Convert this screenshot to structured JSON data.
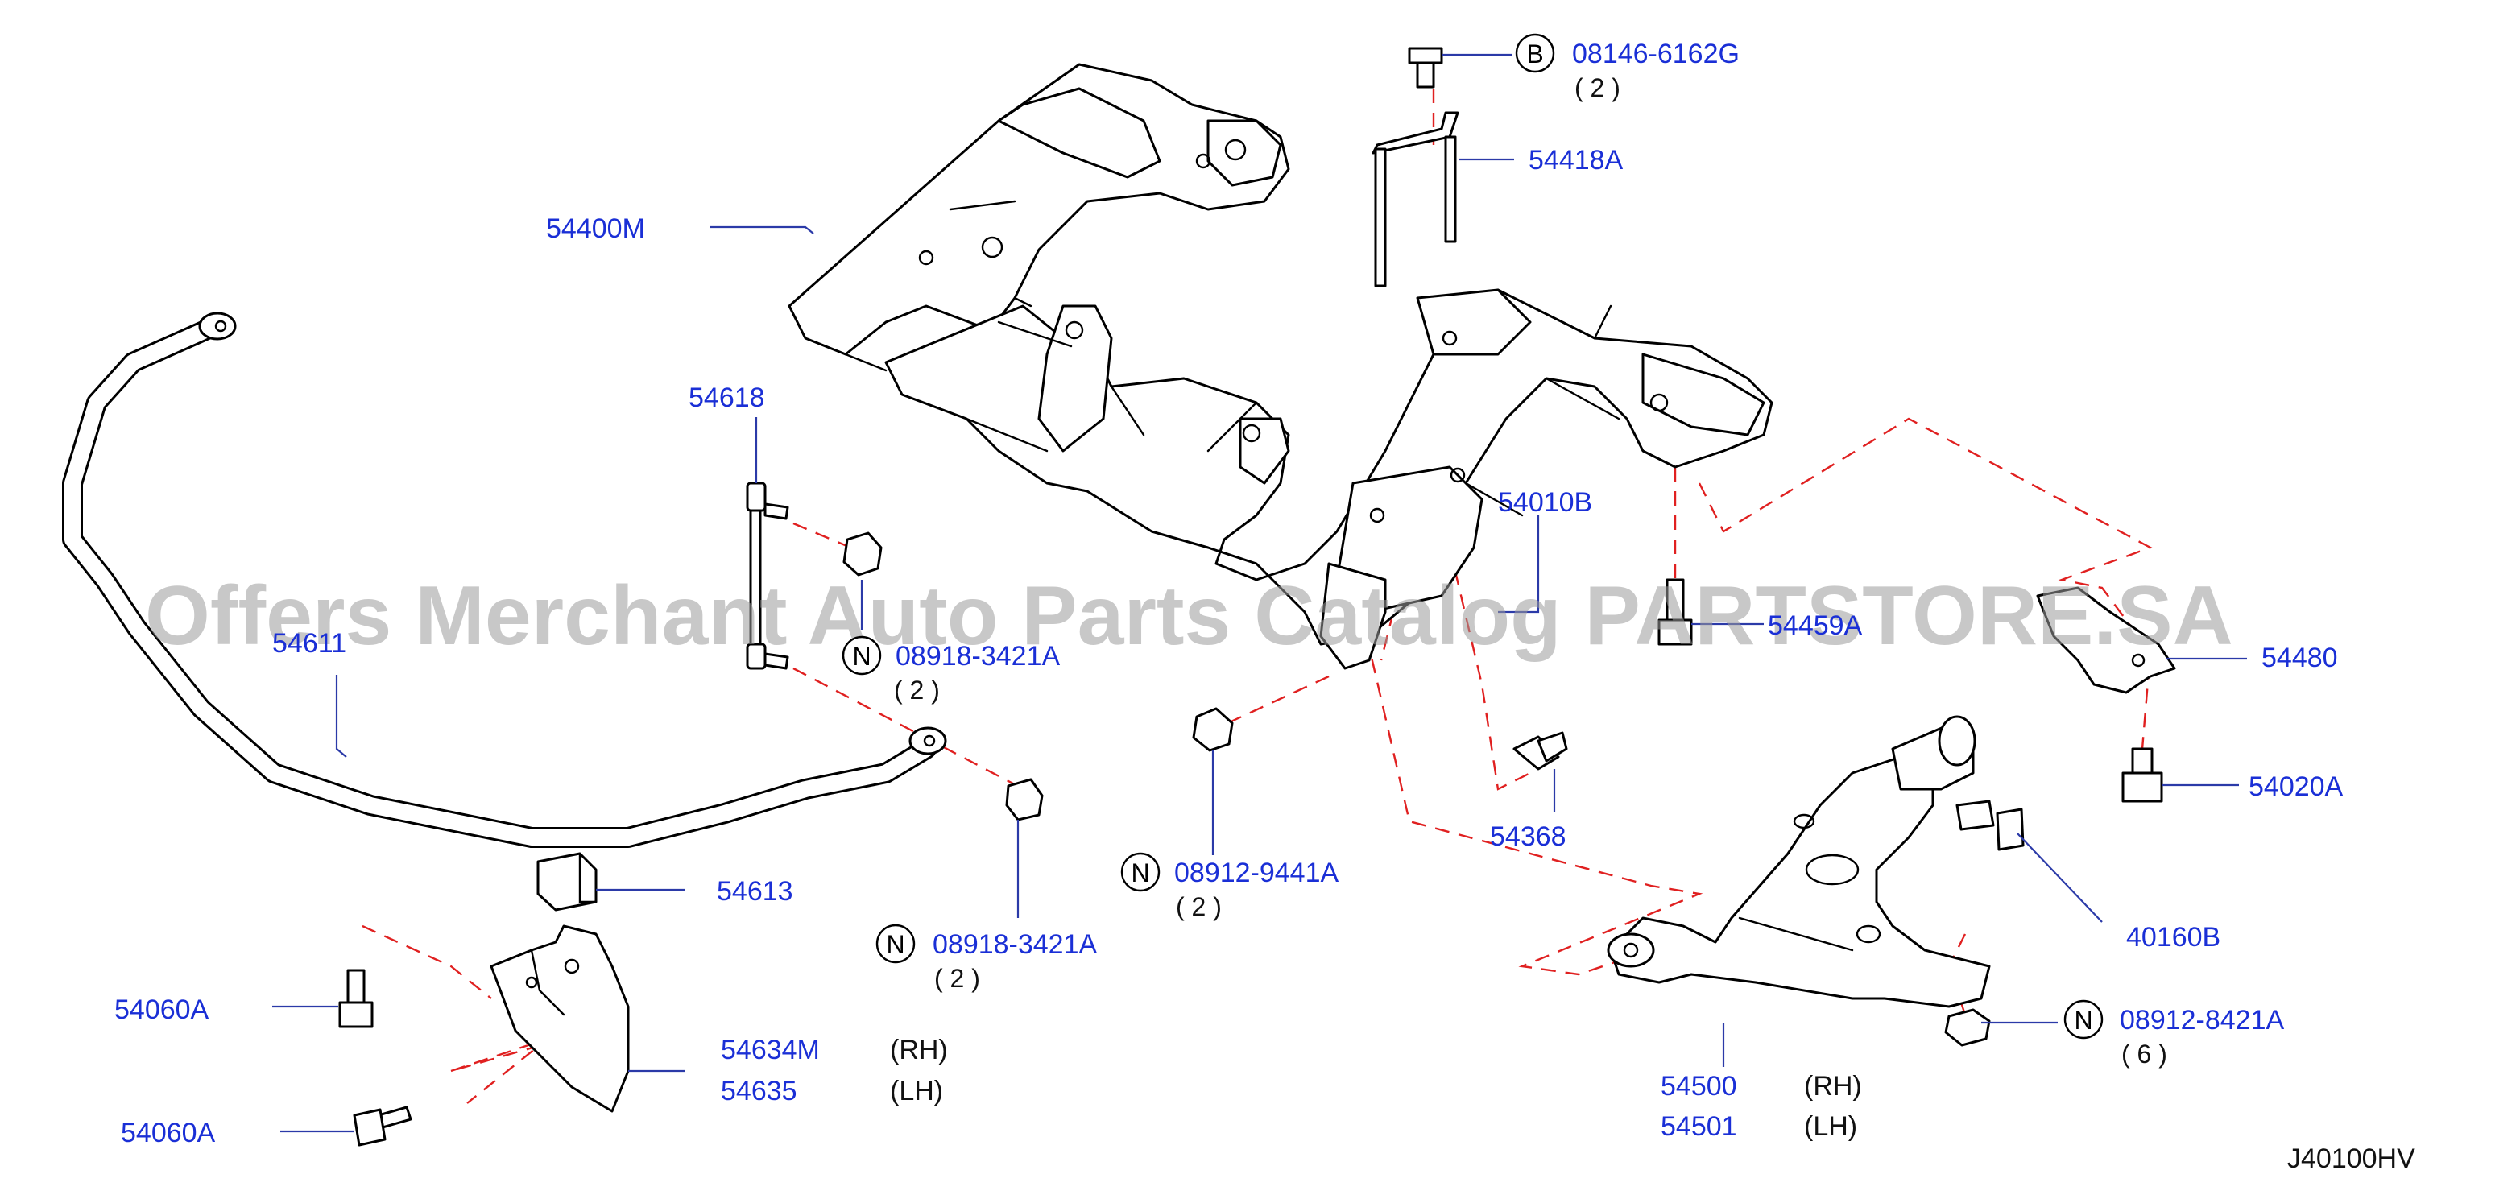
{
  "diagram_code": "J40100HV",
  "watermark": "Offers Merchant Auto Parts Catalog PARTSTORE.SA",
  "side_labels": {
    "rh": "(RH)",
    "lh": "(LH)"
  },
  "circle_labels": {
    "b": "B",
    "n": "N"
  },
  "parts": {
    "p08146": {
      "number": "08146-6162G",
      "qty": "( 2 )"
    },
    "p54418A": {
      "number": "54418A"
    },
    "p54400M": {
      "number": "54400M"
    },
    "p54618": {
      "number": "54618"
    },
    "p54611": {
      "number": "54611"
    },
    "p08918a": {
      "number": "08918-3421A",
      "qty": "( 2 )"
    },
    "p54010B": {
      "number": "54010B"
    },
    "p54459A": {
      "number": "54459A"
    },
    "p54480": {
      "number": "54480"
    },
    "p54020A": {
      "number": "54020A"
    },
    "p54368": {
      "number": "54368"
    },
    "p08912_9441": {
      "number": "08912-9441A",
      "qty": "( 2 )"
    },
    "p54613": {
      "number": "54613"
    },
    "p08918b": {
      "number": "08918-3421A",
      "qty": "( 2 )"
    },
    "p40160B": {
      "number": "40160B"
    },
    "p08912_8421": {
      "number": "08912-8421A",
      "qty": "( 6 )"
    },
    "p54060A_top": {
      "number": "54060A"
    },
    "p54634M": {
      "number": "54634M"
    },
    "p54635": {
      "number": "54635"
    },
    "p54060A_bot": {
      "number": "54060A"
    },
    "p54500": {
      "number": "54500"
    },
    "p54501": {
      "number": "54501"
    }
  }
}
